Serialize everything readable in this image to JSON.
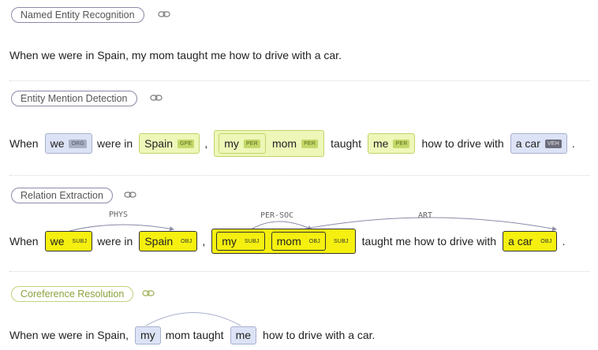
{
  "ner": {
    "title": "Named Entity Recognition",
    "sentence": "When we were in Spain, my mom taught me how to drive with a car."
  },
  "emd": {
    "title": "Entity Mention Detection",
    "t_when": "When",
    "m_we": "we",
    "tag_org": "ORG",
    "t_were_in": "were in",
    "m_spain": "Spain",
    "tag_gpe": "GPE",
    "t_comma": ",",
    "m_my": "my",
    "tag_per1": "PER",
    "m_mom": "mom",
    "tag_per2": "PER",
    "t_taught": "taught",
    "m_me": "me",
    "tag_per3": "PER",
    "t_how": "how to drive with",
    "m_car": "a car",
    "tag_veh": "VEH",
    "t_period": "."
  },
  "re": {
    "title": "Relation Extraction",
    "t_when": "When",
    "m_we": "we",
    "r_we": "SUBJ",
    "t_were_in": "were in",
    "m_spain": "Spain",
    "r_spain": "OBJ",
    "t_comma": ",",
    "m_my": "my",
    "r_my": "SUBJ",
    "m_mom": "mom",
    "r_mom": "OBJ",
    "r_group": "SUBJ",
    "t_taught": "taught me how to drive with",
    "m_car": "a car",
    "r_car": "OBJ",
    "t_period": ".",
    "arc_phys": "PHYS",
    "arc_persoc": "PER-SOC",
    "arc_art": "ART"
  },
  "coref": {
    "title": "Coreference Resolution",
    "t1": "When we were in Spain,",
    "m_my": "my",
    "t2": "mom taught",
    "m_me": "me",
    "t3": "how to drive with a car."
  },
  "colors": {
    "entity_blue": "#dde3f6",
    "entity_lime": "#eef7b8",
    "relation_yellow": "#f5f00f",
    "pill_border": "#8a8aa8",
    "coref_green": "#8ba33e"
  },
  "icons": {
    "copy_link": "link-icon"
  }
}
